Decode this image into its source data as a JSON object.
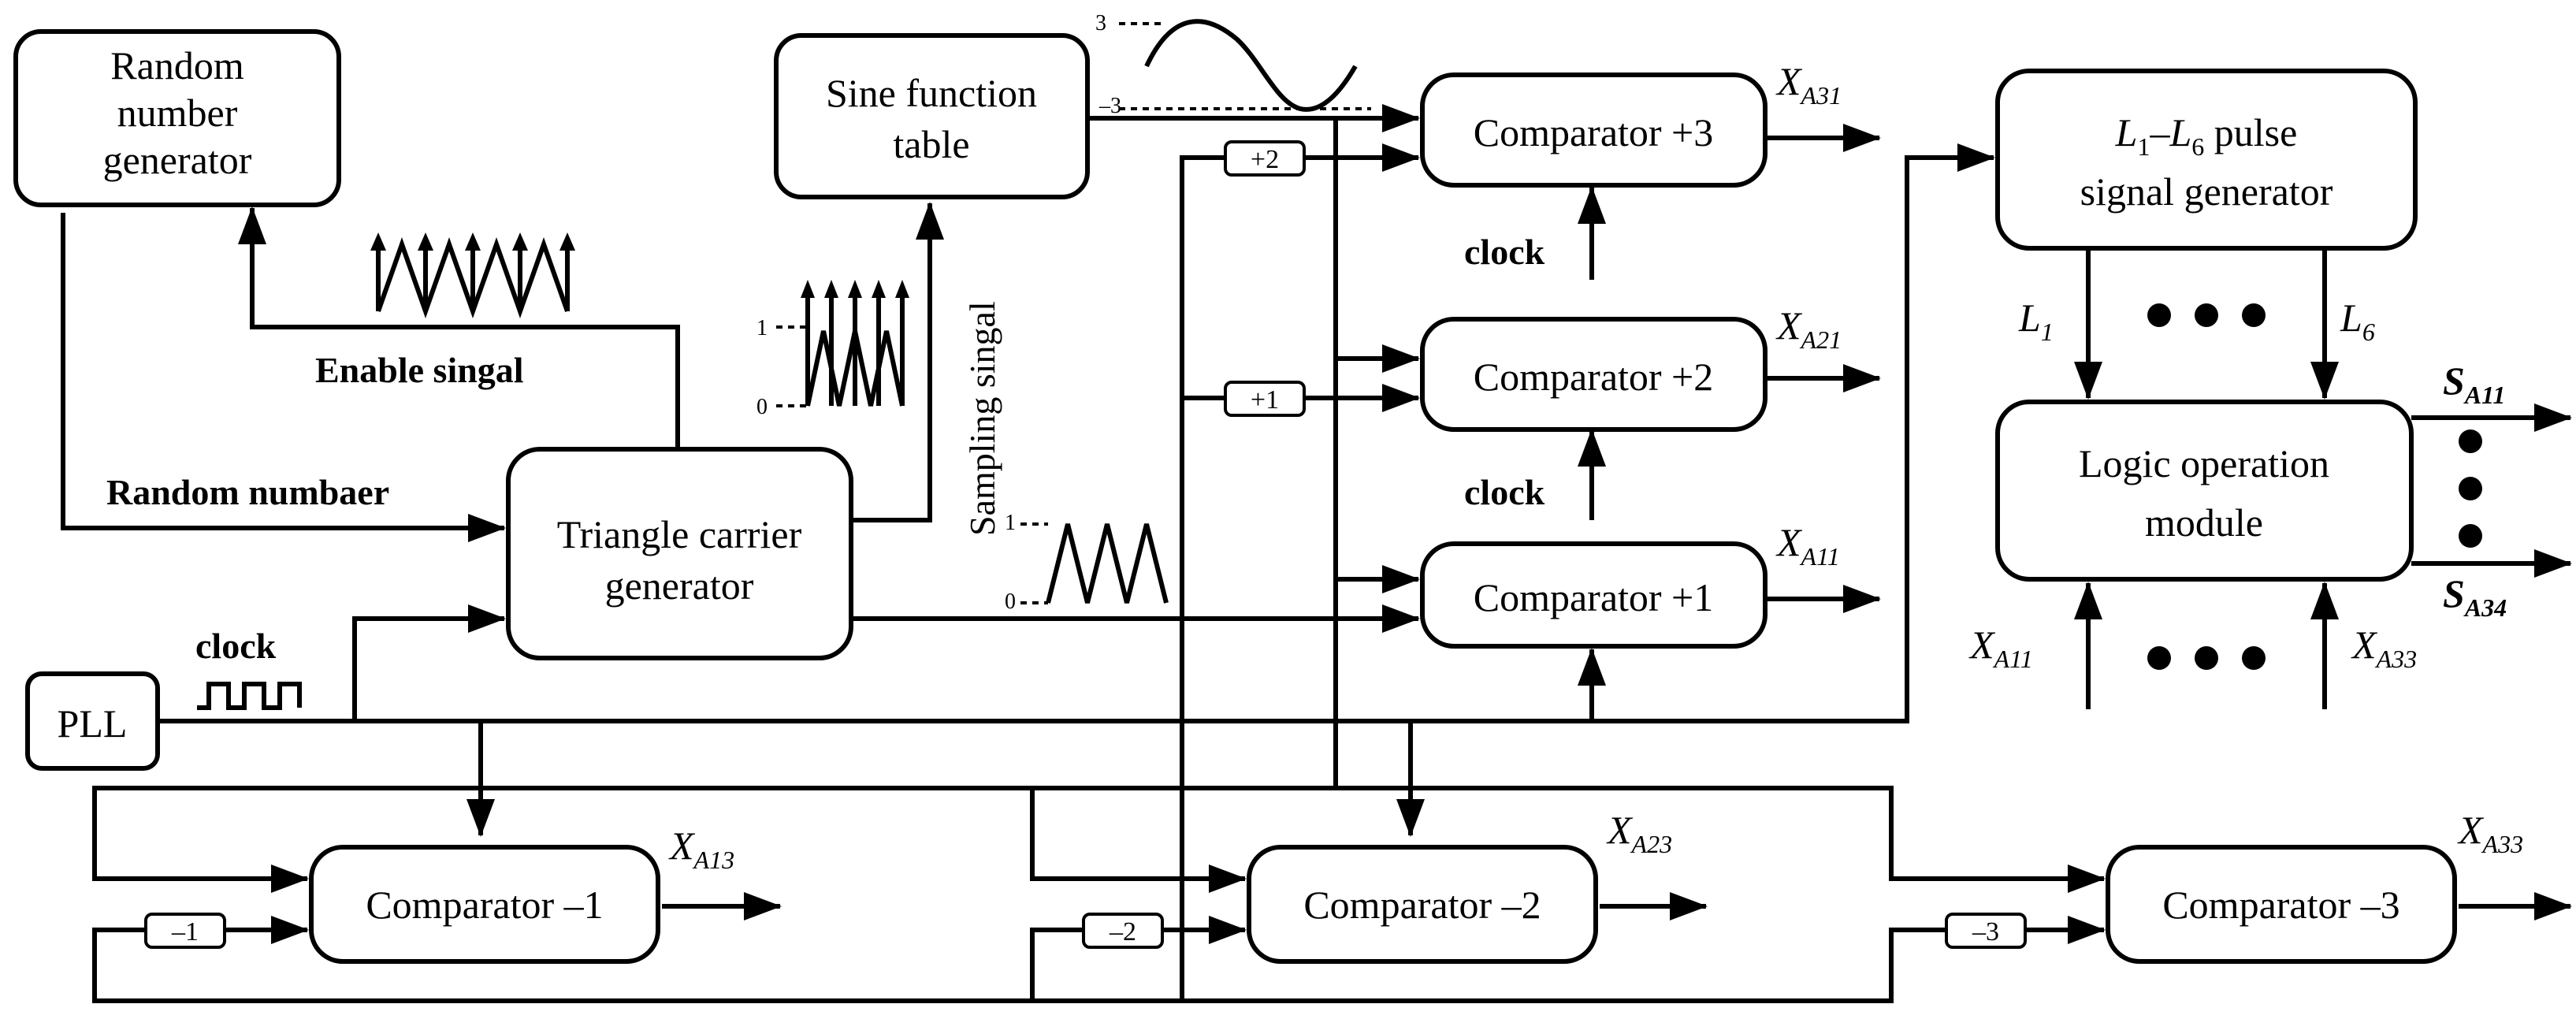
{
  "blocks": {
    "random_number_generator": [
      "Random",
      "number",
      "generator"
    ],
    "sine_function_table": [
      "Sine function",
      "table"
    ],
    "triangle_carrier_generator": [
      "Triangle carrier",
      "generator"
    ],
    "pll": "PLL",
    "pulse_signal_generator": {
      "l1": "L",
      "l1_sub": "1",
      "dash": "–",
      "l6": "L",
      "l6_sub": "6",
      "line1_rest": " pulse",
      "line2": "signal generator"
    },
    "logic_operation_module": [
      "Logic operation",
      "module"
    ],
    "comparator_p3": "Comparator +3",
    "comparator_p2": "Comparator +2",
    "comparator_p1": "Comparator +1",
    "comparator_m1": "Comparator –1",
    "comparator_m2": "Comparator –2",
    "comparator_m3": "Comparator –3"
  },
  "offsets": {
    "p2": "+2",
    "p1": "+1",
    "m1": "–1",
    "m2": "–2",
    "m3": "–3"
  },
  "labels": {
    "enable_signal": "Enable singal",
    "random_number": "Random numbaer",
    "sampling_signal": "Sampling singal",
    "clock_pll": "clock",
    "clock_upper": "clock",
    "clock_lower": "clock"
  },
  "outputs": {
    "xa31": {
      "main": "X",
      "sub": "A31"
    },
    "xa21": {
      "main": "X",
      "sub": "A21"
    },
    "xa11": {
      "main": "X",
      "sub": "A11"
    },
    "xa13": {
      "main": "X",
      "sub": "A13"
    },
    "xa23": {
      "main": "X",
      "sub": "A23"
    },
    "xa33": {
      "main": "X",
      "sub": "A33"
    },
    "sa11": {
      "main": "S",
      "sub": "A11"
    },
    "sa34": {
      "main": "S",
      "sub": "A34"
    }
  },
  "logic_inputs": {
    "left": {
      "main": "X",
      "sub": "A11"
    },
    "right": {
      "main": "X",
      "sub": "A33"
    }
  },
  "pulse_outputs": {
    "l1": {
      "main": "L",
      "sub": "1"
    },
    "l6": {
      "main": "L",
      "sub": "6"
    }
  },
  "waveform_ticks": {
    "sine_top": "3",
    "sine_bottom": "–3",
    "sampling_top": "1",
    "sampling_bottom": "0",
    "tri_top": "1",
    "tri_bottom": "0"
  }
}
